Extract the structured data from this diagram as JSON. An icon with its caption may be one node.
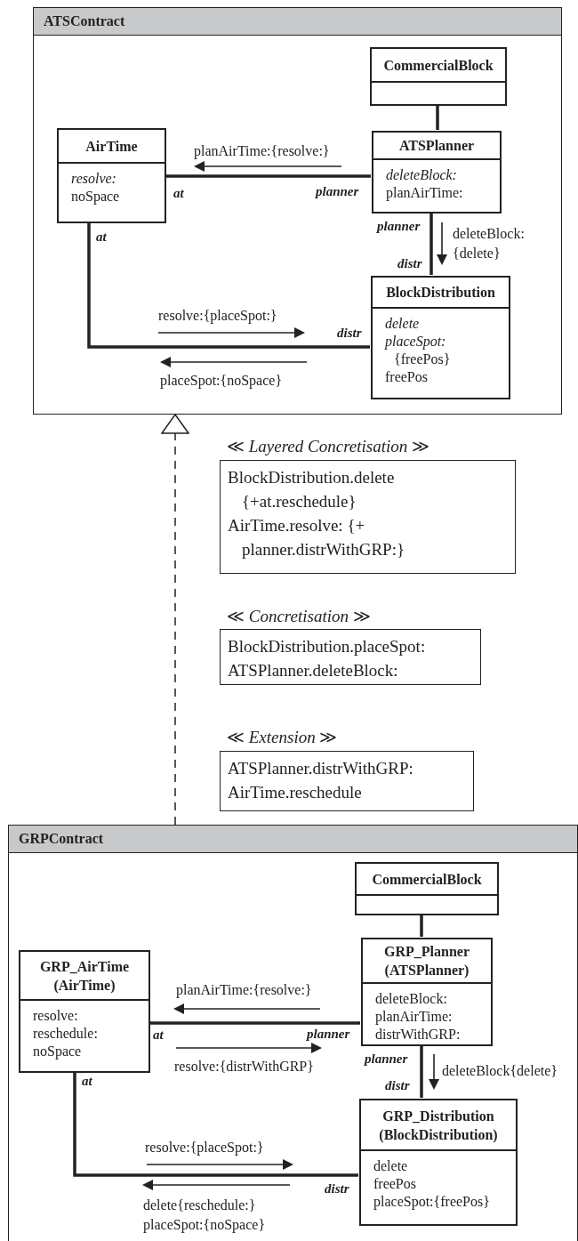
{
  "diagram": {
    "nodes": [
      {
        "text": [
          "ATSContract"
        ]
      },
      {
        "text": [
          "CommercialBlock"
        ],
        "in": 0
      },
      {
        "text": [
          "AirTime",
          "resolve:",
          "noSpace"
        ],
        "in": 0
      },
      {
        "text": [
          "ATSPlanner",
          "deleteBlock:",
          "planAirTime:"
        ],
        "in": 0
      },
      {
        "text": [
          "BlockDistribution",
          "delete",
          "*placeSpot:* {freePos}",
          "freePos"
        ],
        "in": 0
      },
      {
        "text": [
          "≪ *Layered Concretisation* ≫",
          "BlockDistribution.delete {+at.reschedule}",
          "AirTime.resolve: {+ planner.distrWithGRP:}"
        ]
      },
      {
        "text": [
          "≪ *Concretisation* ≫",
          "BlockDistribution.placeSpot:",
          "ATSPlanner.deleteBlock:"
        ]
      },
      {
        "text": [
          "≪ *Extension* ≫",
          "ATSPlanner.distrWithGRP:",
          "AirTime.reschedule"
        ]
      },
      {
        "text": [
          "GRPContract"
        ]
      },
      {
        "text": [
          "CommercialBlock"
        ],
        "in": 8
      },
      {
        "text": [
          "GRP_AirTime (AirTime)",
          "resolve:",
          "reschedule:",
          "noSpace"
        ],
        "in": 8
      },
      {
        "text": [
          "GRP_Planner (ATSPlanner)",
          "deleteBlock:",
          "planAirTime:",
          "distrWithGRP:"
        ],
        "in": 8
      },
      {
        "text": [
          "GRP_Distribution (BlockDistribution)",
          "delete",
          "freePos",
          "placeSpot:{freePos}"
        ],
        "in": 8
      }
    ],
    "edges": [
      {
        "from": 1,
        "to": 3,
        "arrow": "none"
      },
      {
        "from": 3,
        "to": 2,
        "arrow": "none"
      },
      {
        "from": 3,
        "to": 4,
        "arrow": "none"
      },
      {
        "from": 2,
        "to": 4,
        "arrow": "none"
      },
      {
        "from": 8,
        "to": 0,
        "arrow": "to",
        "style": "dashed"
      },
      {
        "from": 9,
        "to": 11,
        "arrow": "none"
      },
      {
        "from": 11,
        "to": 10,
        "arrow": "none"
      },
      {
        "from": 11,
        "to": 12,
        "arrow": "none"
      },
      {
        "from": 10,
        "to": 12,
        "arrow": "none"
      }
    ],
    "labels": [
      "planAirTime:{resolve:}",
      "at",
      "planner",
      "at",
      "planner",
      "deleteBlock: {delete}",
      "distr",
      "resolve:{placeSpot:}",
      "distr",
      "placeSpot:{noSpace}",
      "planAirTime:{resolve:}",
      "at",
      "planner",
      "resolve:{distrWithGRP}",
      "planner",
      "deleteBlock{delete}",
      "distr",
      "at",
      "resolve:{placeSpot:}",
      "distr",
      "delete{reschedule:} placeSpot:{noSpace}"
    ]
  }
}
